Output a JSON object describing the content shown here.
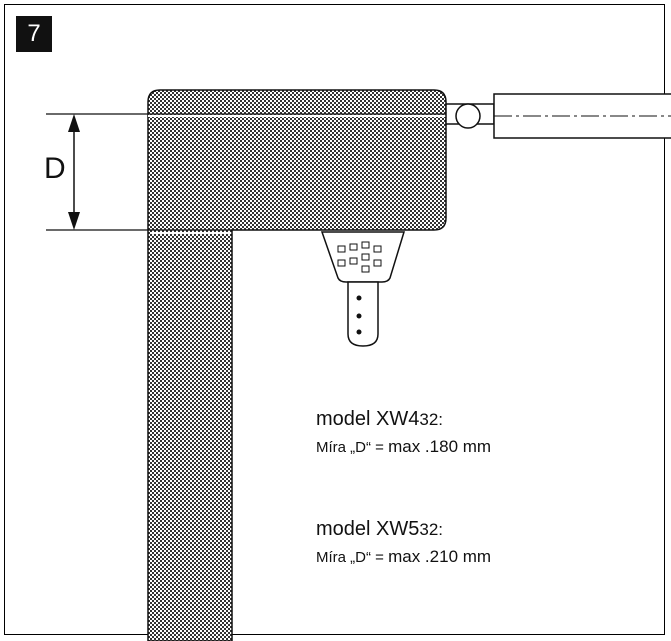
{
  "step": {
    "number": "7"
  },
  "dimension": {
    "label": "D"
  },
  "specs": [
    {
      "model_prefix": "model  XW4",
      "model_suffix": "32:",
      "measure_prefix": "Míra „D“ = ",
      "measure_value": "max .180 mm"
    },
    {
      "model_prefix": "model  XW5",
      "model_suffix": "32:",
      "measure_prefix": "Míra „D“ = ",
      "measure_value": "max .210 mm"
    }
  ],
  "colors": {
    "line": "#111111",
    "background": "#ffffff"
  },
  "icons": [
    "drill-rod",
    "roller-hinge",
    "fixing-bracket"
  ]
}
